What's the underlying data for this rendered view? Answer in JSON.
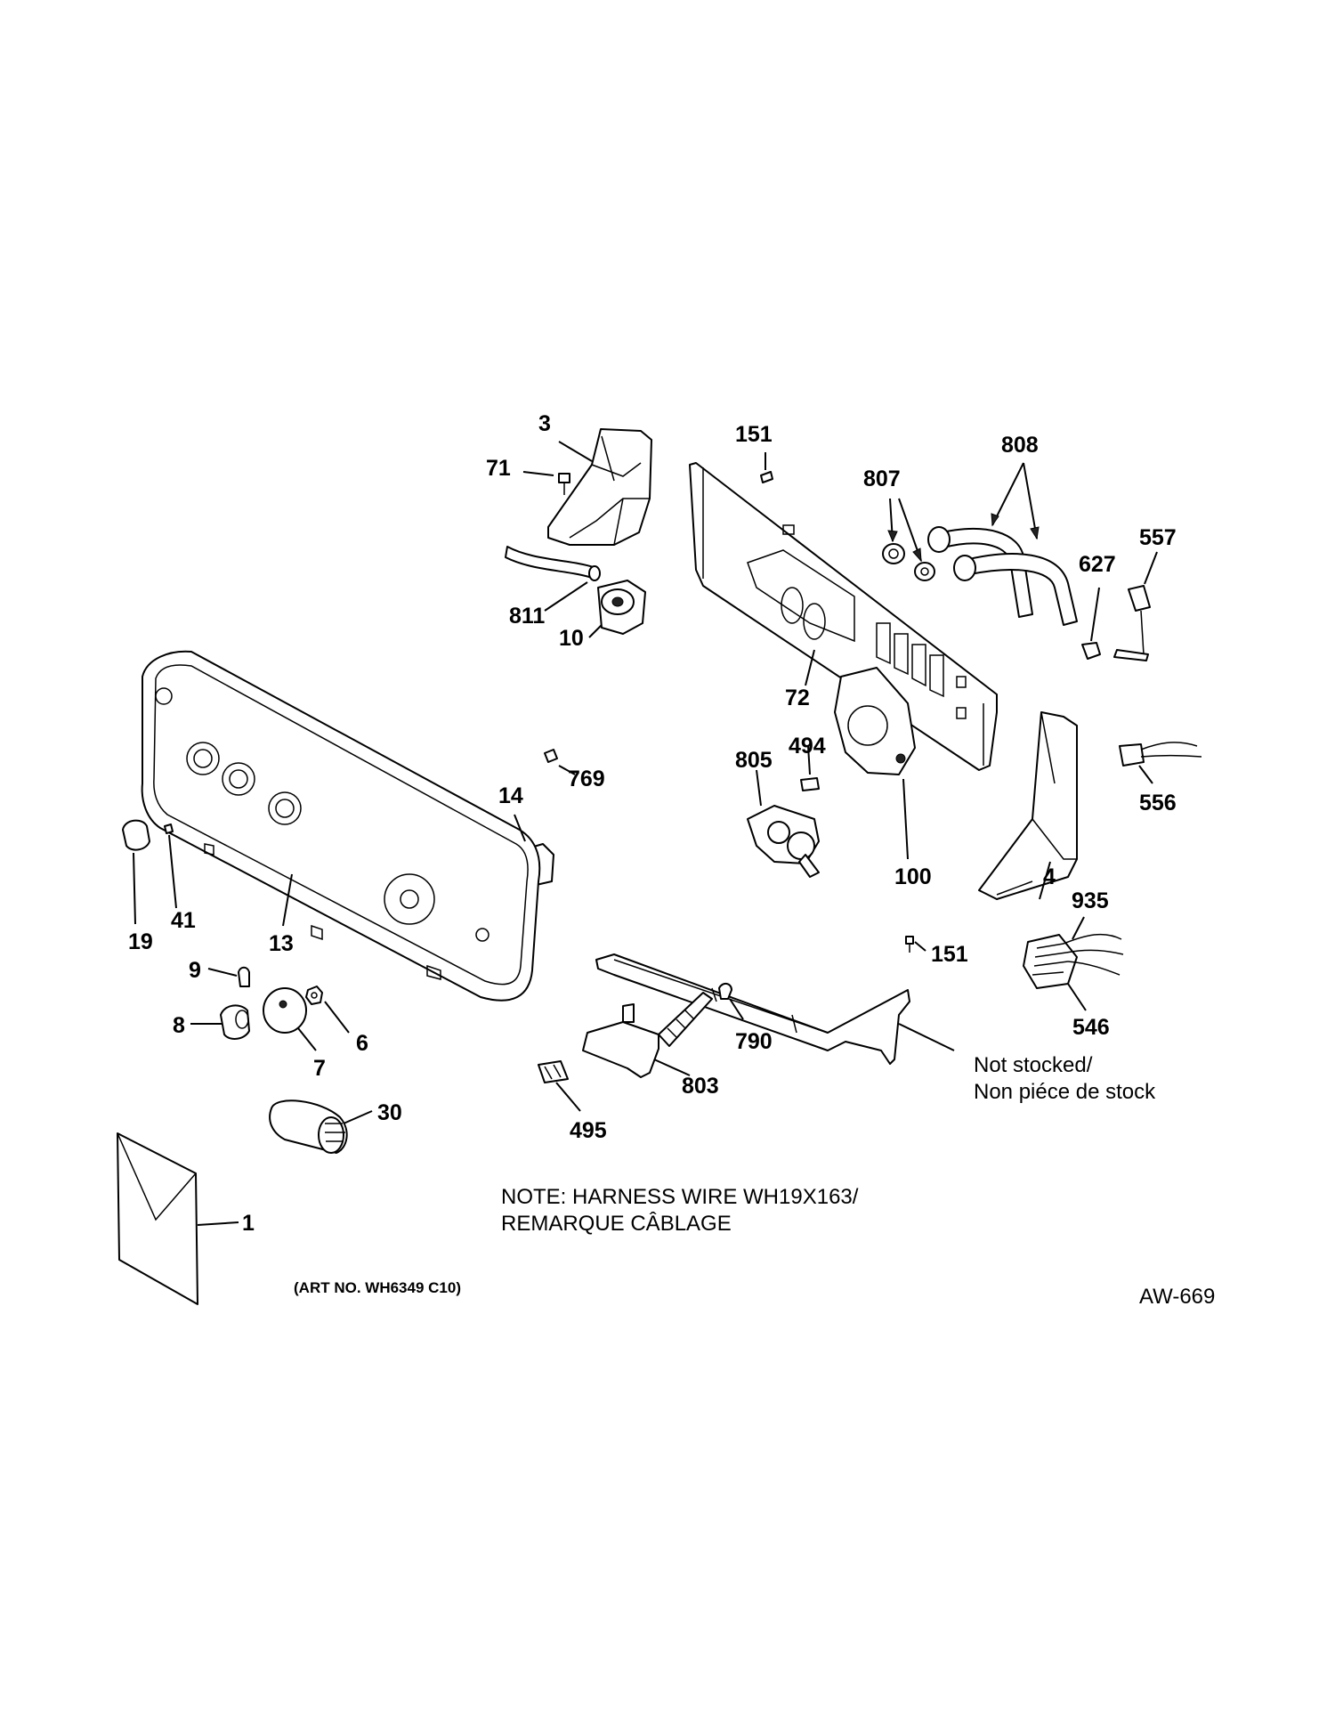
{
  "callouts": {
    "c3": "3",
    "c71": "71",
    "c151a": "151",
    "c807": "807",
    "c808": "808",
    "c557": "557",
    "c627": "627",
    "c811": "811",
    "c10": "10",
    "c72": "72",
    "c769": "769",
    "c494": "494",
    "c805": "805",
    "c100": "100",
    "c4": "4",
    "c556": "556",
    "c14": "14",
    "c19": "19",
    "c41": "41",
    "c13": "13",
    "c935": "935",
    "c151b": "151",
    "c546": "546",
    "c9": "9",
    "c8": "8",
    "c7": "7",
    "c6": "6",
    "c790": "790",
    "c803": "803",
    "c495": "495",
    "c30": "30",
    "c1": "1"
  },
  "notes": {
    "not_stocked_line1": "Not stocked/",
    "not_stocked_line2": "Non piéce de stock",
    "harness_line1": "NOTE: HARNESS WIRE WH19X163/",
    "harness_line2": "REMARQUE CÂBLAGE",
    "art_no": "(ART NO. WH6349 C10)",
    "diagram_id": "AW-669"
  }
}
